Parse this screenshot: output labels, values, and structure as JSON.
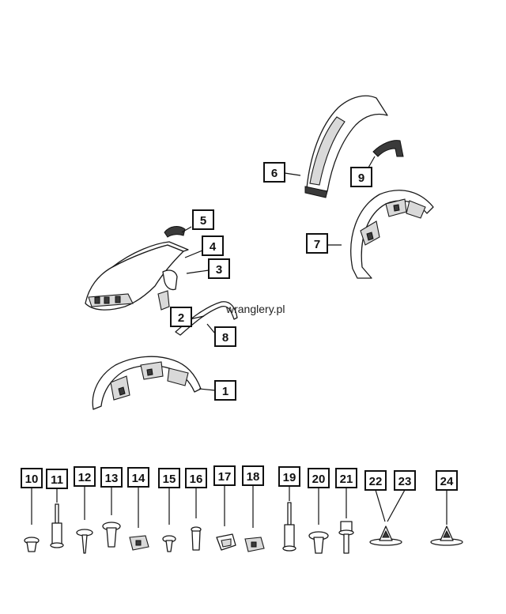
{
  "watermark": "wranglery.pl",
  "callouts": [
    "1",
    "2",
    "3",
    "4",
    "5",
    "6",
    "7",
    "8",
    "9",
    "10",
    "11",
    "12",
    "13",
    "14",
    "15",
    "16",
    "17",
    "18",
    "19",
    "20",
    "21",
    "22",
    "23",
    "24"
  ]
}
